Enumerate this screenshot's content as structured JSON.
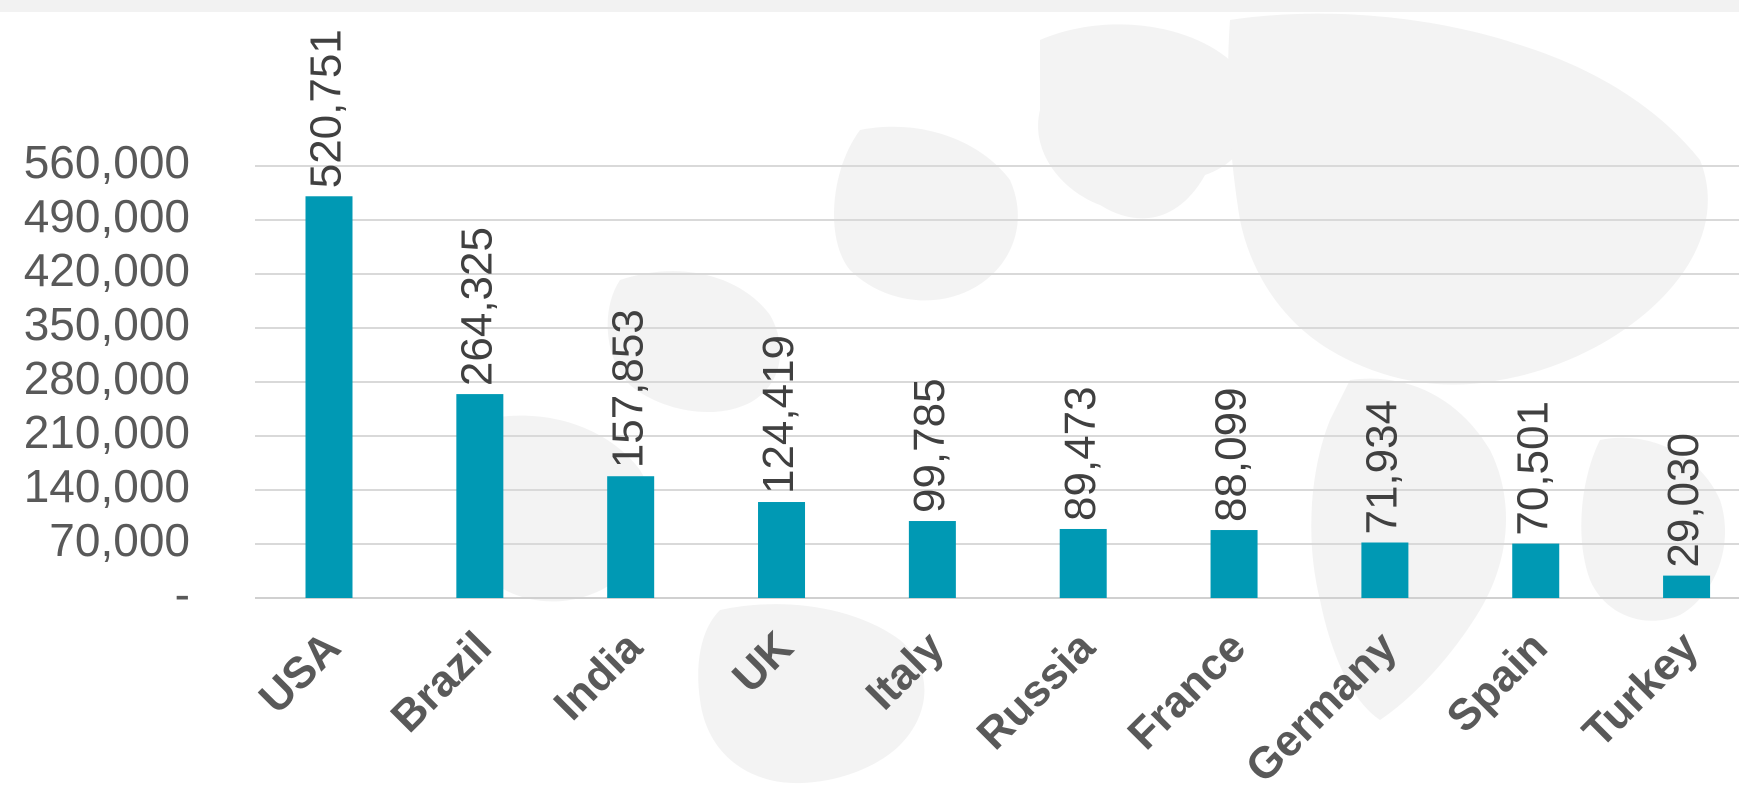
{
  "chart_data": {
    "type": "bar",
    "categories": [
      "USA",
      "Brazil",
      "India",
      "UK",
      "Italy",
      "Russia",
      "France",
      "Germany",
      "Spain",
      "Turkey"
    ],
    "values": [
      520751,
      264325,
      157853,
      124419,
      99785,
      89473,
      88099,
      71934,
      70501,
      29030
    ],
    "data_labels": [
      "520,751",
      "264,325",
      "157,853",
      "124,419",
      "99,785",
      "89,473",
      "88,099",
      "71,934",
      "70,501",
      "29,030"
    ],
    "y_ticks": [
      0,
      70000,
      140000,
      210000,
      280000,
      350000,
      420000,
      490000,
      560000
    ],
    "y_tick_labels": [
      "-",
      "70,000",
      "140,000",
      "210,000",
      "280,000",
      "350,000",
      "420,000",
      "490,000",
      "560,000"
    ],
    "ylim": [
      0,
      560000
    ],
    "title": "",
    "xlabel": "",
    "ylabel": "",
    "grid": true,
    "legend": "none",
    "bar_color": "#0099b4",
    "background": "faint world map"
  }
}
